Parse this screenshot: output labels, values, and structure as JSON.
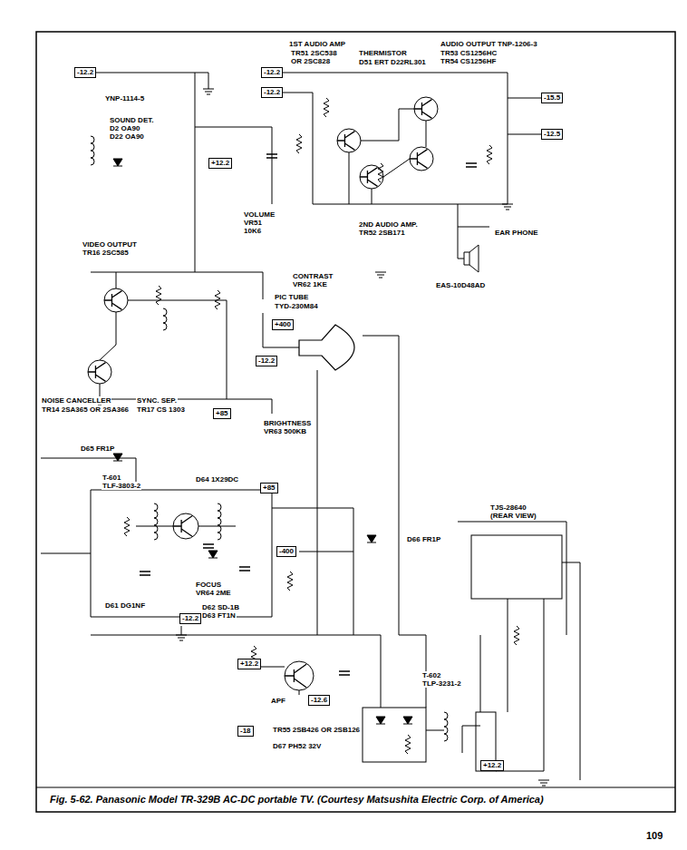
{
  "diagram": {
    "caption": "Fig. 5-62. Panasonic Model TR-329B AC-DC portable TV. (Courtesy Matsushita Electric Corp. of America)",
    "nodes": [
      {
        "text": [
          "-12.2"
        ]
      },
      {
        "text": [
          "-12.2"
        ]
      },
      {
        "text": [
          "-12.2"
        ]
      },
      {
        "text": [
          "-15.5"
        ]
      },
      {
        "text": [
          "-12.5"
        ]
      },
      {
        "text": [
          "+12.2"
        ]
      },
      {
        "text": [
          "+400"
        ]
      },
      {
        "text": [
          "-12.2"
        ]
      },
      {
        "text": [
          "+85"
        ]
      },
      {
        "text": [
          "+85"
        ]
      },
      {
        "text": [
          "-400"
        ]
      },
      {
        "text": [
          "-12.2"
        ]
      },
      {
        "text": [
          "+12.2"
        ]
      },
      {
        "text": [
          "-12.6"
        ]
      },
      {
        "text": [
          "-18"
        ]
      },
      {
        "text": [
          "+12.2"
        ]
      }
    ],
    "labels": [
      "1ST AUDIO AMP",
      "TR51 2SC538",
      "OR 2SC828",
      "THERMISTOR",
      "D51 ERT D22RL301",
      "AUDIO OUTPUT TNP-1206-3",
      "TR53 CS1256HC",
      "TR54 CS1256HF",
      "YNP-1114-5",
      "SOUND DET.",
      "D2 OA90",
      "D22 OA90",
      "VIDEO OUTPUT",
      "TR16 2SC585",
      "VOLUME",
      "VR51",
      "10K6",
      "2ND AUDIO AMP.",
      "TR52 2SB171",
      "EAR PHONE",
      "EAS-10D48AD",
      "CONTRAST",
      "VR62 1KE",
      "PIC TUBE",
      "TYD-230M84",
      "NOISE CANCELLER",
      "SYNC. SEP.",
      "TR14 2SA365 OR 2SA366",
      "TR17 CS 1303",
      "BRIGHTNESS",
      "VR63 500KB",
      "D65 FR1P",
      "T-601",
      "TLF-3803-2",
      "D64 1X29DC",
      "D66 FR1P",
      "FOCUS",
      "VR64 2ME",
      "D61 DG1NF",
      "D62 SD-1B",
      "D63 FT1N",
      "TJS-28640",
      "(REAR VIEW)",
      "T-602",
      "TLP-3231-2",
      "APF",
      "TR55 2SB426 OR 2SB126",
      "D67 PH52 32V",
      "109"
    ]
  }
}
